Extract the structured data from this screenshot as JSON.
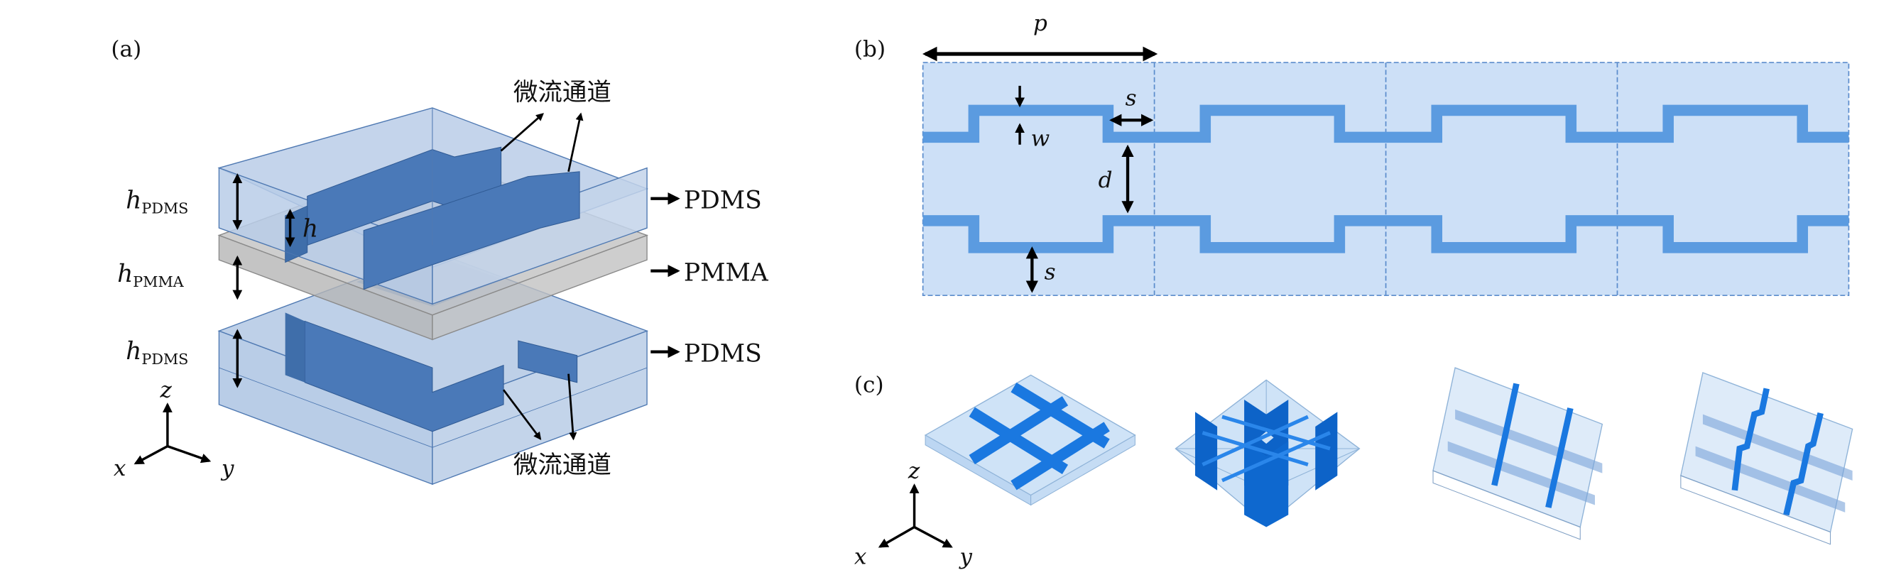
{
  "panels": {
    "a": {
      "label": "(a)",
      "layers": [
        {
          "name": "PDMS",
          "height_label_main": "h",
          "height_label_sub": "PDMS"
        },
        {
          "name": "PMMA",
          "height_label_main": "h",
          "height_label_sub": "PMMA"
        },
        {
          "name": "PDMS",
          "height_label_main": "h",
          "height_label_sub": "PDMS"
        }
      ],
      "channel_height_label": "h",
      "channel_label_top": "微流通道",
      "channel_label_bottom": "微流通道",
      "axes": {
        "x": "x",
        "y": "y",
        "z": "z"
      }
    },
    "b": {
      "label": "(b)",
      "period_label": "p",
      "spacing_label_top": "s",
      "width_label": "w",
      "distance_label": "d",
      "spacing_label_bottom": "s",
      "unit_cells": 4
    },
    "c": {
      "label": "(c)",
      "axes": {
        "x": "x",
        "y": "y",
        "z": "z"
      },
      "structures": [
        "cross-grid-thin",
        "cross-grid-tall",
        "layered-bars-straight",
        "layered-bars-stepped"
      ]
    }
  },
  "colors": {
    "pdms_fill": "#b7cbe6",
    "pdms_edge": "#4f79b2",
    "pmma_fill": "#bdbdbd",
    "channel_a": "#4a79b8",
    "cell_fill": "#cde0f7",
    "cell_border": "#5b8ccc",
    "channel_b": "#5b9be0",
    "channel_c": "#1a78e0",
    "arrow": "#000000"
  }
}
